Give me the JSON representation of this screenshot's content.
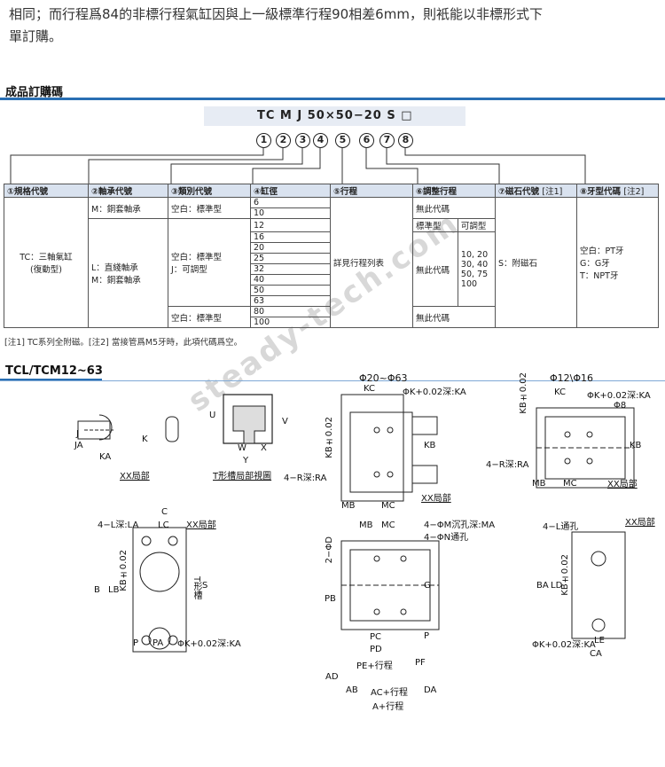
{
  "intro": {
    "line1": "相同；而行程爲84的非標行程氣缸因與上一級標準行程90相差6mm，則衹能以非標形式下",
    "line2": "單訂購。"
  },
  "order_section": {
    "title": "成品訂購碼",
    "code": "TC M J 50×50−20 S □",
    "circles": [
      "1",
      "2",
      "3",
      "4",
      "5",
      "6",
      "7",
      "8"
    ],
    "headers": [
      "①規格代號",
      "②軸承代號",
      "③類別代號",
      "④缸徑",
      "⑤行程",
      "⑥調整行程",
      "⑦磁石代號",
      "[注1]",
      "⑧牙型代碼",
      "[注2]"
    ],
    "spec": [
      "TC：三軸氣缸",
      "(復動型)"
    ],
    "bearing": [
      "M：銅套軸承",
      "L：直綫軸承",
      "M：銅套軸承"
    ],
    "category": [
      "空白：標準型",
      "空白：標準型",
      "J：可調型",
      "空白：標準型"
    ],
    "bores": [
      "6",
      "10",
      "12",
      "16",
      "20",
      "25",
      "32",
      "40",
      "50",
      "63",
      "80",
      "100"
    ],
    "stroke": "詳見行程列表",
    "adjust": [
      "無此代碼",
      "標準型",
      "可調型",
      "無此代碼",
      "10, 20",
      "30, 40",
      "50, 75",
      "100",
      "無此代碼"
    ],
    "magnet": "S：附磁石",
    "thread": [
      "空白：PT牙",
      "G：G牙",
      "T：NPT牙"
    ],
    "note": "[注1] TC系列全附磁。[注2] 當接管爲M5牙時，此項代碼爲空。"
  },
  "drawing_section": {
    "title": "TCL/TCM12~63",
    "captions": [
      "XX局部",
      "T形槽局部視圖",
      "XX局部",
      "XX局部",
      "XX局部",
      "XX局部"
    ],
    "range_a": "Φ20~Φ63",
    "range_b": "Φ12\\Φ16",
    "labels": {
      "k_tol": "ΦK+0.02深:KA",
      "kb": "KB±0.02",
      "r_depth": "4−R深:RA",
      "l_depth": "4−L深:LA",
      "m_counter": "4−ΦM沉孔深:MA",
      "n_through": "4−ΦN通孔",
      "l_through": "4−L通孔",
      "pe_stroke": "PE+行程",
      "ac_stroke": "AC+行程",
      "a_stroke": "A+行程",
      "t_slot": "T形槽"
    },
    "dims": [
      "J",
      "JA",
      "KA",
      "K",
      "U",
      "V",
      "W",
      "X",
      "Y",
      "KC",
      "MB",
      "MC",
      "KB",
      "C",
      "LC",
      "LB",
      "B",
      "S",
      "P",
      "PA",
      "D",
      "AD",
      "AB",
      "DA",
      "PB",
      "PC",
      "PD",
      "PF",
      "G",
      "LD",
      "BA",
      "LE",
      "CA",
      "Φ8",
      "2−ΦD"
    ]
  },
  "watermark": "steady-tech.com"
}
